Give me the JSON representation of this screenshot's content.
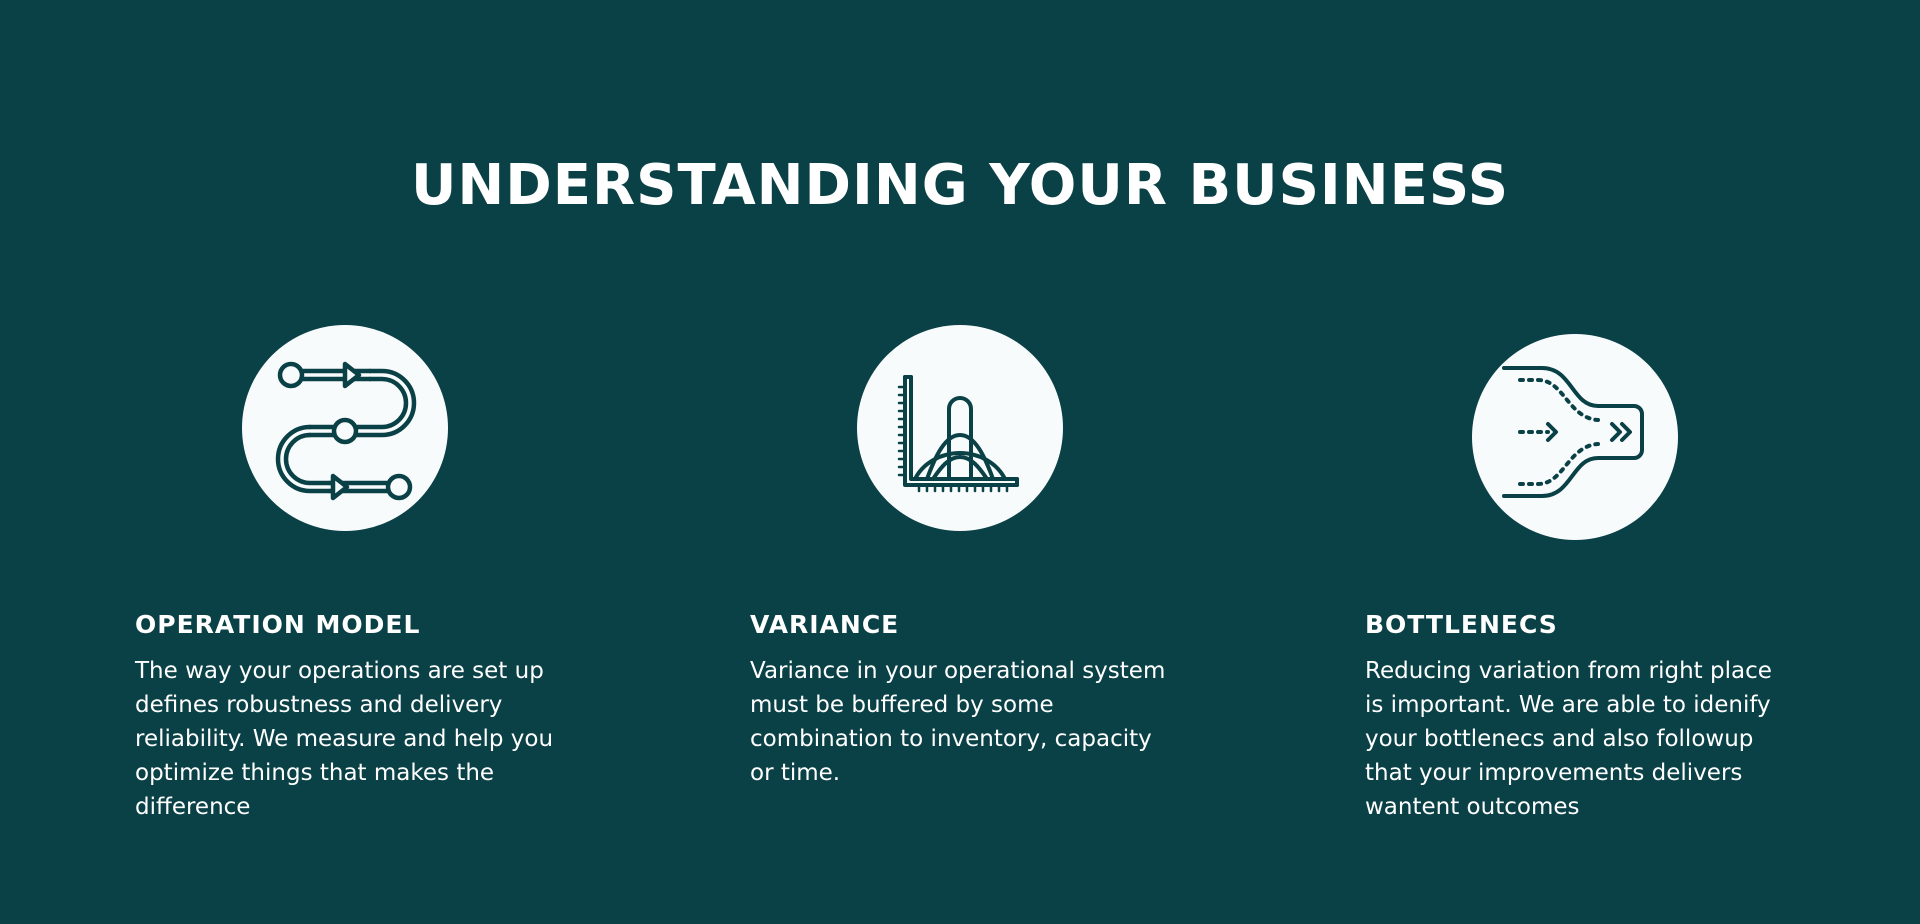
{
  "page": {
    "title": "UNDERSTANDING YOUR BUSINESS"
  },
  "colors": {
    "background": "#0a4146",
    "icon_circle": "#f8fbfc",
    "icon_stroke": "#0a4146",
    "text": "#ffffff"
  },
  "features": [
    {
      "icon": "process-flow-icon",
      "heading": "OPERATION MODEL",
      "text": "The way your operations are set up defines robustness and delivery reliability. We measure and help you optimize things that makes the difference"
    },
    {
      "icon": "distribution-chart-icon",
      "heading": "VARIANCE",
      "text": "Variance in your operational system must be buffered by some combination to inventory, capacity or time."
    },
    {
      "icon": "bottleneck-icon",
      "heading": "BOTTLENECS",
      "text": "Reducing variation from right place is important. We are able to idenify your bottlenecs and also followup that your improvements delivers wantent outcomes"
    }
  ]
}
